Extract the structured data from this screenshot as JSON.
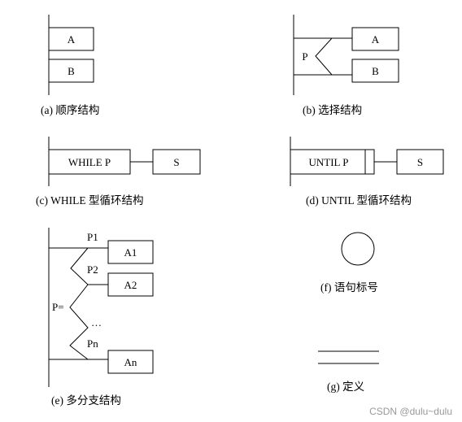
{
  "sequence": {
    "box_a": "A",
    "box_b": "B",
    "caption": "(a)  顺序结构"
  },
  "selection": {
    "condition": "P",
    "box_a": "A",
    "box_b": "B",
    "caption": "(b)  选择结构"
  },
  "while_loop": {
    "condition": "WHILE  P",
    "body": "S",
    "caption": "(c)  WHILE 型循环结构"
  },
  "until_loop": {
    "condition": "UNTIL  P",
    "body": "S",
    "caption": "(d)  UNTIL 型循环结构"
  },
  "multi_branch": {
    "selector": "P=",
    "branches": [
      {
        "cond": "P1",
        "action": "A1"
      },
      {
        "cond": "P2",
        "action": "A2"
      },
      {
        "cond": "Pn",
        "action": "An"
      }
    ],
    "ellipsis": "…",
    "caption": "(e)  多分支结构"
  },
  "label_stmt": {
    "caption": "(f)  语句标号"
  },
  "definition": {
    "caption": "(g)  定义"
  },
  "watermark": "CSDN @dulu~dulu"
}
